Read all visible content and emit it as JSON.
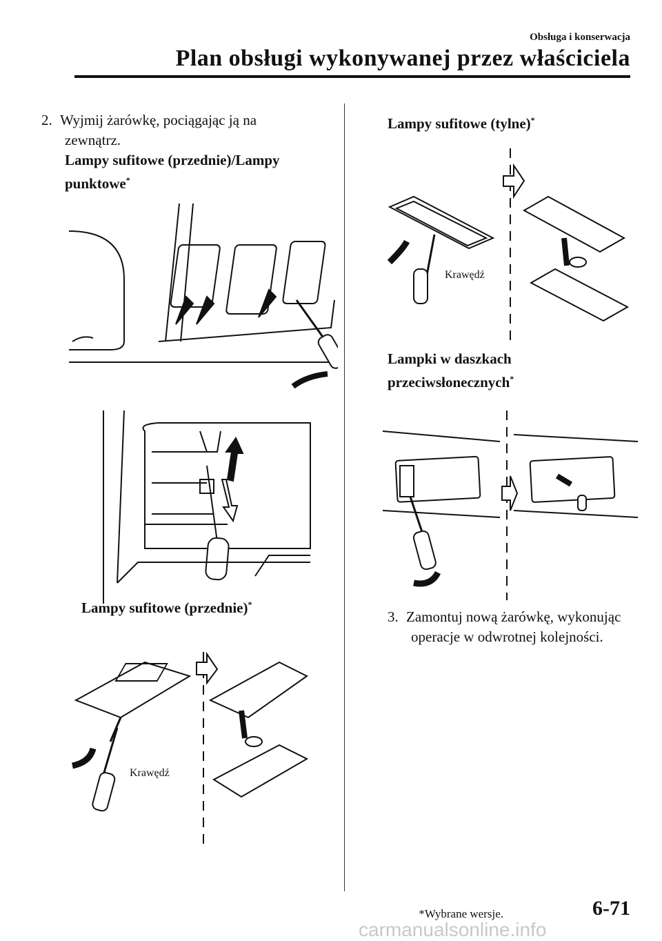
{
  "header": {
    "section": "Obsługa i konserwacja",
    "title": "Plan obsługi wykonywanej przez właściciela"
  },
  "left": {
    "step2_number": "2.",
    "step2_text_line1": "Wyjmij żarówkę, pociągając ją na",
    "step2_text_line2": "zewnątrz.",
    "heading1_line1": "Lampy sufitowe (przednie)/Lampy",
    "heading1_line2": "punktowe",
    "heading2": "Lampy sufitowe (przednie)",
    "edge_label": "Krawędź"
  },
  "right": {
    "heading3": "Lampy sufitowe (tylne)",
    "edge_label": "Krawędź",
    "heading4_line1": "Lampki w daszkach",
    "heading4_line2": "przeciwsłonecznych",
    "step3_number": "3.",
    "step3_text_line1": "Zamontuj nową żarówkę, wykonując",
    "step3_text_line2": "operacje w odwrotnej kolejności."
  },
  "asterisk": "*",
  "footer": {
    "note": "*Wybrane wersje.",
    "page": "6-71",
    "watermark": "carmanualsonline.info"
  }
}
